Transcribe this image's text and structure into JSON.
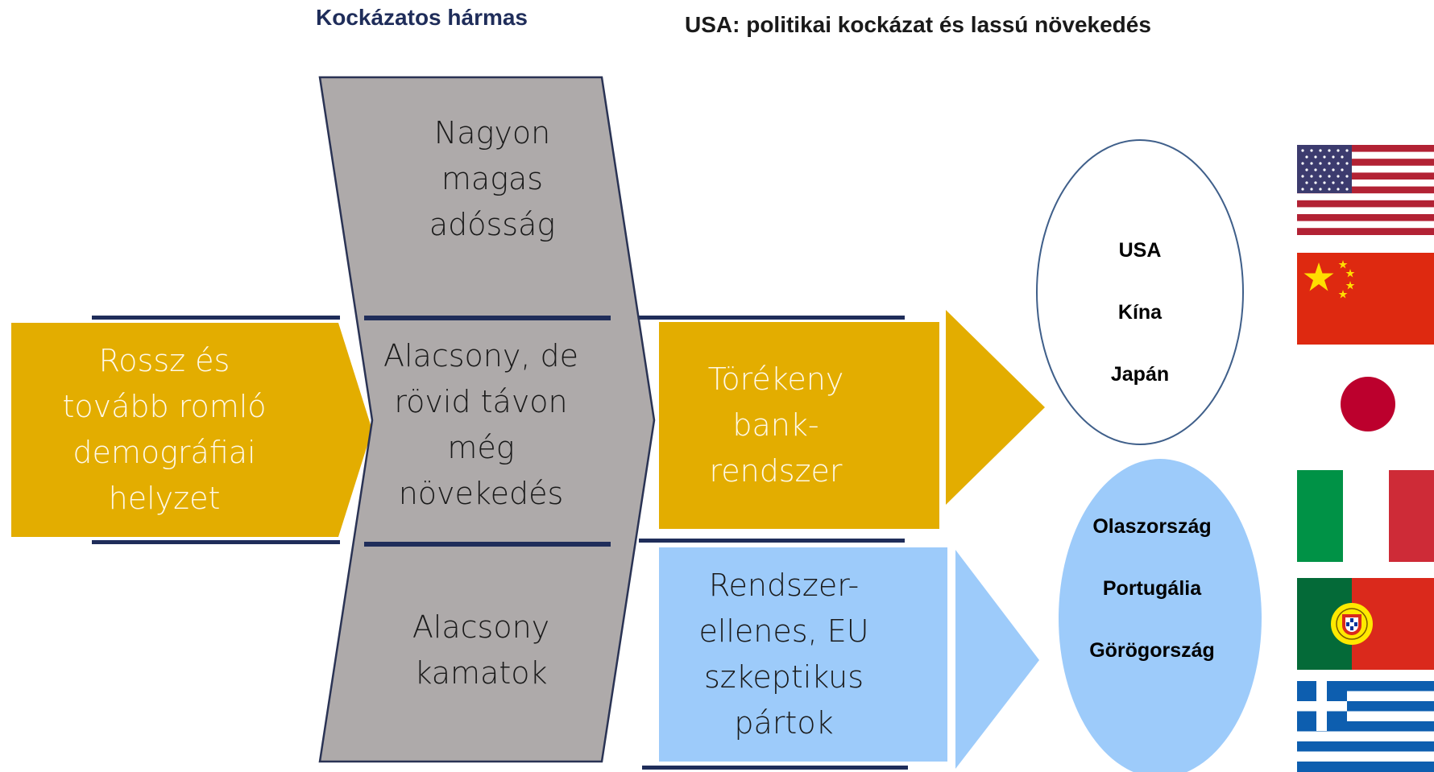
{
  "header": {
    "left_title": "Kockázatos hármas",
    "right_title_line1": "",
    "right_title_line2": "USA: politikai kockázat és lassú növekedés"
  },
  "left_box": {
    "text": "Rossz  és\ntovább romló\ndemográfiai\nhelyzet"
  },
  "chevron": {
    "top": "Nagyon\nmagas\nadósság",
    "middle": "Alacsony, de\nrövid távon\nmég\nnövekedés",
    "bottom": "Alacsony\nkamatok"
  },
  "fragile_box": {
    "text": "Törékeny\nbank-\nrendszer"
  },
  "anti_box": {
    "text": "Rendszer-\nellenes, EU\nszkeptikus\npártok"
  },
  "oval_top": {
    "items": [
      "USA",
      "Kína",
      "Japán"
    ]
  },
  "oval_bottom": {
    "items": [
      "Olaszország",
      "Portugália",
      "Görögország"
    ]
  },
  "flags": [
    "usa-flag",
    "china-flag",
    "japan-flag",
    "italy-flag",
    "portugal-flag",
    "greece-flag"
  ],
  "colors": {
    "gold": "#e3ad00",
    "grey": "#aeaaaa",
    "light_blue": "#9dcbfa",
    "navy": "#1f2d5a"
  }
}
